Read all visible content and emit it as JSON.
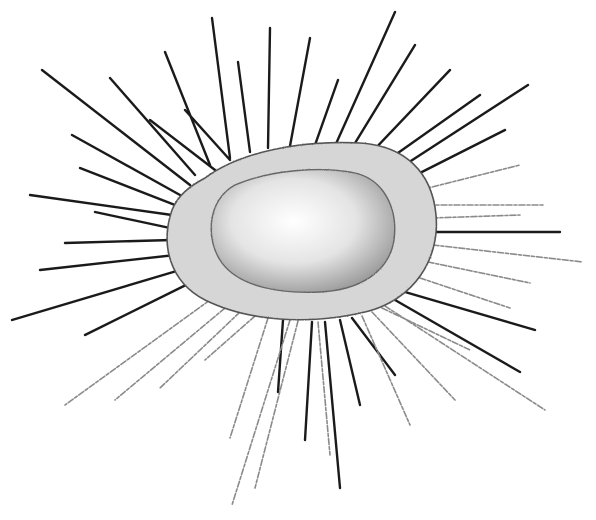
{
  "figure": {
    "subject": "cell-with-radiating-filaments",
    "colors": {
      "background": "#ffffff",
      "filament_solid": "#1a1a1a",
      "filament_faint": "#8a8a8a",
      "outer_body_fill": "#d6d6d6",
      "outer_body_stroke": "#555555",
      "inner_core_light": "#ffffff",
      "inner_core_dark": "#9a9a9a",
      "inner_core_stroke": "#666666"
    },
    "filament_styles": [
      "solid",
      "faint-dashed"
    ]
  }
}
